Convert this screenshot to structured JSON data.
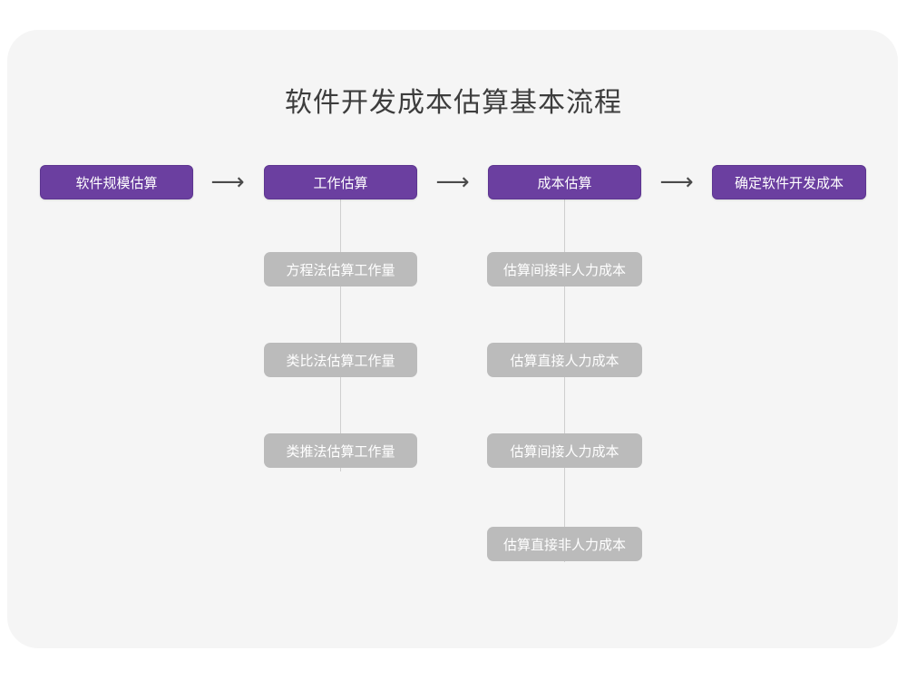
{
  "title": "软件开发成本估算基本流程",
  "theme": {
    "page_background": "#ffffff",
    "card_background": "#f5f5f5",
    "primary_node_color": "#6b3fa0",
    "secondary_node_color": "#bbbbbb",
    "connector_color": "#cfcfcf",
    "title_color": "#3d3d3d",
    "arrow_color": "#4a4a4a"
  },
  "arrow_glyph": "⟶",
  "flow": {
    "main_steps": [
      {
        "id": "step-1",
        "label": "软件规模估算"
      },
      {
        "id": "step-2",
        "label": "工作估算"
      },
      {
        "id": "step-3",
        "label": "成本估算"
      },
      {
        "id": "step-4",
        "label": "确定软件开发成本"
      }
    ],
    "arrows": [
      {
        "id": "arrow-1",
        "glyph": "⟶"
      },
      {
        "id": "arrow-2",
        "glyph": "⟶"
      },
      {
        "id": "arrow-3",
        "glyph": "⟶"
      }
    ],
    "branches": [
      {
        "parent": "工作估算",
        "items": [
          "方程法估算工作量",
          "类比法估算工作量",
          "类推法估算工作量"
        ]
      },
      {
        "parent": "成本估算",
        "items": [
          "估算间接非人力成本",
          "估算直接人力成本",
          "估算间接人力成本",
          "估算直接非人力成本"
        ]
      }
    ]
  },
  "chart_data": {
    "type": "diagram",
    "subtype": "flowchart",
    "title": "软件开发成本估算基本流程",
    "orientation": "horizontal-with-vertical-branches",
    "nodes": [
      {
        "level": 1,
        "index": 0,
        "label": "软件规模估算",
        "style": "primary"
      },
      {
        "level": 1,
        "index": 1,
        "label": "工作估算",
        "style": "primary"
      },
      {
        "level": 1,
        "index": 2,
        "label": "成本估算",
        "style": "primary"
      },
      {
        "level": 1,
        "index": 3,
        "label": "确定软件开发成本",
        "style": "primary"
      },
      {
        "level": 2,
        "parent": "工作估算",
        "index": 0,
        "label": "方程法估算工作量",
        "style": "secondary"
      },
      {
        "level": 2,
        "parent": "工作估算",
        "index": 1,
        "label": "类比法估算工作量",
        "style": "secondary"
      },
      {
        "level": 2,
        "parent": "工作估算",
        "index": 2,
        "label": "类推法估算工作量",
        "style": "secondary"
      },
      {
        "level": 2,
        "parent": "成本估算",
        "index": 0,
        "label": "估算间接非人力成本",
        "style": "secondary"
      },
      {
        "level": 2,
        "parent": "成本估算",
        "index": 1,
        "label": "估算直接人力成本",
        "style": "secondary"
      },
      {
        "level": 2,
        "parent": "成本估算",
        "index": 2,
        "label": "估算间接人力成本",
        "style": "secondary"
      },
      {
        "level": 2,
        "parent": "成本估算",
        "index": 3,
        "label": "估算直接非人力成本",
        "style": "secondary"
      }
    ],
    "edges": [
      {
        "from": "软件规模估算",
        "to": "工作估算",
        "type": "arrow"
      },
      {
        "from": "工作估算",
        "to": "成本估算",
        "type": "arrow"
      },
      {
        "from": "成本估算",
        "to": "确定软件开发成本",
        "type": "arrow"
      },
      {
        "from": "工作估算",
        "to": "方程法估算工作量",
        "type": "line"
      },
      {
        "from": "工作估算",
        "to": "类比法估算工作量",
        "type": "line"
      },
      {
        "from": "工作估算",
        "to": "类推法估算工作量",
        "type": "line"
      },
      {
        "from": "成本估算",
        "to": "估算间接非人力成本",
        "type": "line"
      },
      {
        "from": "成本估算",
        "to": "估算直接人力成本",
        "type": "line"
      },
      {
        "from": "成本估算",
        "to": "估算间接人力成本",
        "type": "line"
      },
      {
        "from": "成本估算",
        "to": "估算直接非人力成本",
        "type": "line"
      }
    ]
  }
}
